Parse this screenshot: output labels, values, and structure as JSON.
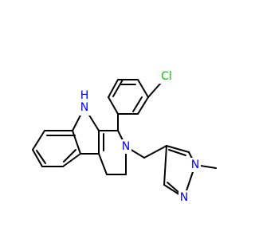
{
  "colors": {
    "carbon_bond": "#000000",
    "nitrogen": "#0000ff",
    "chlorine": "#00cc00",
    "background": "#ffffff"
  },
  "atoms": {
    "cl": {
      "element": "Cl",
      "label": "Cl"
    },
    "n_indole": {
      "element": "N",
      "label": "N",
      "h_label": "H"
    },
    "n_ring": {
      "element": "N",
      "label": "N"
    },
    "n_pyrazole_methyl": {
      "element": "N",
      "label": "N"
    },
    "n_pyrazole": {
      "element": "N",
      "label": "N"
    }
  }
}
